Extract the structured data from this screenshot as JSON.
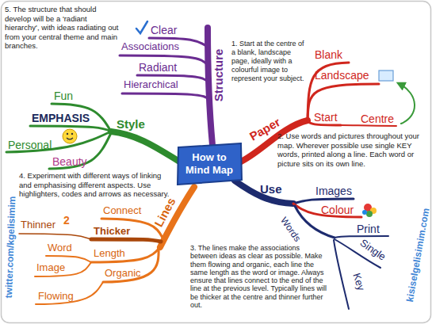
{
  "diagram": {
    "nodes": [
      {
        "text": [
          "How to Mind Map"
        ]
      }
    ],
    "labels": [
      "5. The structure that should develop will be a 'radiant hierarchy', with ideas radiating out from your central theme and main branches.",
      "Structure",
      "Clear",
      "Associations",
      "Radiant",
      "Hierarchical",
      "1. Start at the centre of a blank, landscape page, ideally with a colourful image to represent your subject.",
      "Paper",
      "Blank",
      "Landscape",
      "Start",
      "Centre",
      "2. Use words and pictures throughout your map. Wherever possible use single KEY words, printed along a line. Each word or picture sits on its own line.",
      "Use",
      "Images",
      "Colour",
      "Words",
      "Print",
      "Single",
      "Key",
      "3. The lines make the associations between ideas as clear as possible. Make them flowing and organic, each line the same length as the word or image. Always ensure that lines connect to the end of the line at the previous level. Typically lines will be thicker at the centre and thinner further out.",
      "Lines",
      "Connect",
      "Thinner",
      "2",
      "Thicker",
      "Word",
      "Length",
      "Image",
      "Organic",
      "Flowing",
      "4. Experiment with different ways of linking and emphasising different aspects. Use highlighters, codes and arrows as necessary.",
      "Style",
      "Fun",
      "EMPHASIS",
      "Personal",
      "Beauty",
      "twitter.com/kgelisimim",
      "kisiselgelisimim.com"
    ]
  }
}
